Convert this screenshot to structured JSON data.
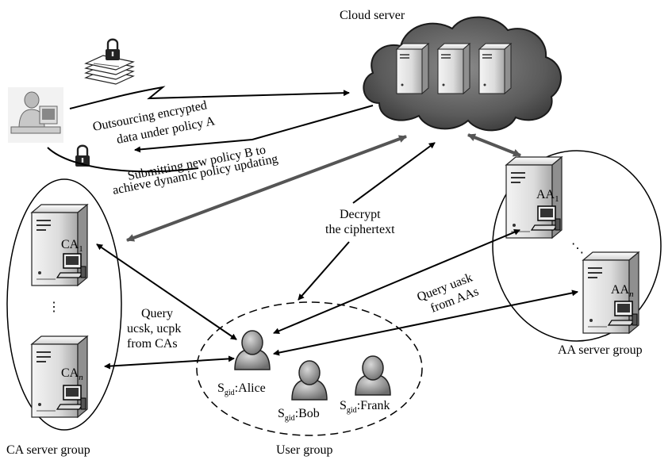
{
  "labels": {
    "cloud_server": "Cloud server",
    "outsourcing_line1": "Outsourcing encrypted",
    "outsourcing_line2": "data under policy A",
    "submitting_line1": "Submitting new policy B to",
    "submitting_line2": "achieve dynamic policy updating",
    "decrypt_line1": "Decrypt",
    "decrypt_line2": "the ciphertext",
    "query_ca_line1": "Query",
    "query_ca_line2": "ucsk, ucpk",
    "query_ca_line3": "from CAs",
    "query_aa_line1": "Query uask",
    "query_aa_line2": "from AAs",
    "ca_group": "CA server group",
    "aa_group": "AA server group",
    "user_group": "User group",
    "ca_dots": "⋮",
    "aa_dots": "⋱"
  },
  "servers": {
    "ca1": {
      "prefix": "CA",
      "sub": "1"
    },
    "can": {
      "prefix": "CA",
      "sub": "n"
    },
    "aa1": {
      "prefix": "AA",
      "sub": "1"
    },
    "aan": {
      "prefix": "AA",
      "sub": "n"
    }
  },
  "users": [
    {
      "prefix": "S",
      "sub": "gid",
      "name": ":Alice"
    },
    {
      "prefix": "S",
      "sub": "gid",
      "name": ":Bob"
    },
    {
      "prefix": "S",
      "sub": "gid",
      "name": ":Frank"
    }
  ]
}
